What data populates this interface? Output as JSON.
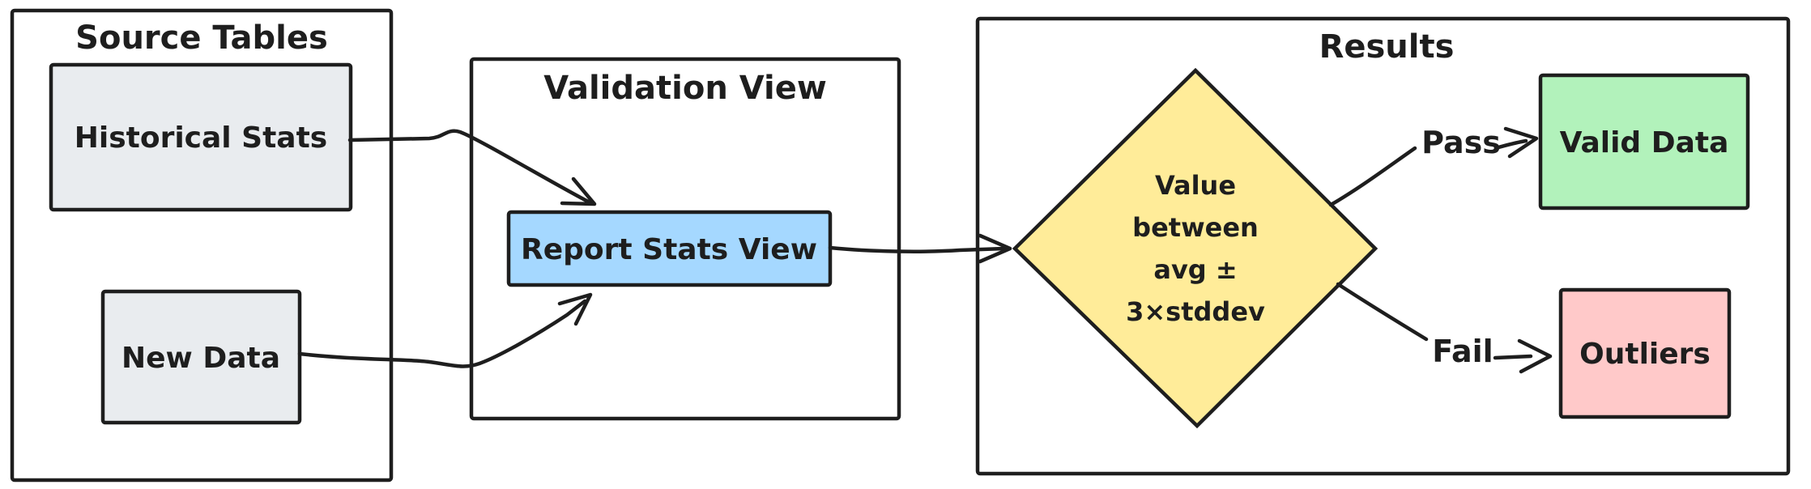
{
  "diagram": {
    "type": "flowchart",
    "background": "#ffffff",
    "stroke_color": "#1e1e1e",
    "containers": {
      "source_tables": {
        "title": "Source Tables"
      },
      "validation_view": {
        "title": "Validation View"
      },
      "results": {
        "title": "Results"
      }
    },
    "nodes": {
      "historical_stats": {
        "label": "Historical Stats",
        "fill": "#e9ecef"
      },
      "new_data": {
        "label": "New Data",
        "fill": "#e9ecef"
      },
      "report_stats_view": {
        "label": "Report Stats View",
        "fill": "#a5d8ff"
      },
      "decision": {
        "fill": "#ffec99",
        "lines": [
          "Value",
          "between",
          "avg ±",
          "3×stddev"
        ]
      },
      "valid_data": {
        "label": "Valid Data",
        "fill": "#b2f2bb"
      },
      "outliers": {
        "label": "Outliers",
        "fill": "#ffc9c9"
      }
    },
    "edge_labels": {
      "pass": "Pass",
      "fail": "Fail"
    }
  }
}
